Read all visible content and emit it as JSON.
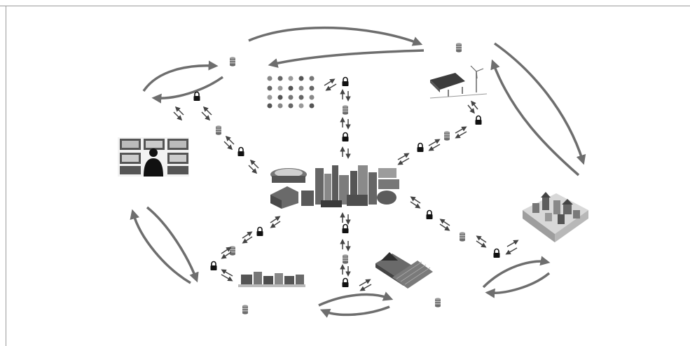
{
  "figure": {
    "type": "grayscale network diagram",
    "nodes": [
      {
        "id": "central-industrial-hub",
        "icon": "factory-buildings-cluster-icon"
      },
      {
        "id": "weather-data",
        "icon": "weather-icons-grid-icon"
      },
      {
        "id": "renewable-energy",
        "icon": "solar-panel-wind-turbine-icon"
      },
      {
        "id": "control-room",
        "icon": "operator-monitors-icon"
      },
      {
        "id": "residential-city",
        "icon": "isometric-city-icon"
      },
      {
        "id": "farm",
        "icon": "farm-barn-field-icon"
      },
      {
        "id": "factory-machines",
        "icon": "machinery-row-icon"
      }
    ],
    "link_symbols": [
      "database-icon",
      "lock-icon",
      "bidirectional-arrows-icon"
    ],
    "colors": {
      "arrow": "#6e6e6e",
      "frame": "#9a9a9a",
      "icon_dark": "#1a1a1a"
    }
  }
}
